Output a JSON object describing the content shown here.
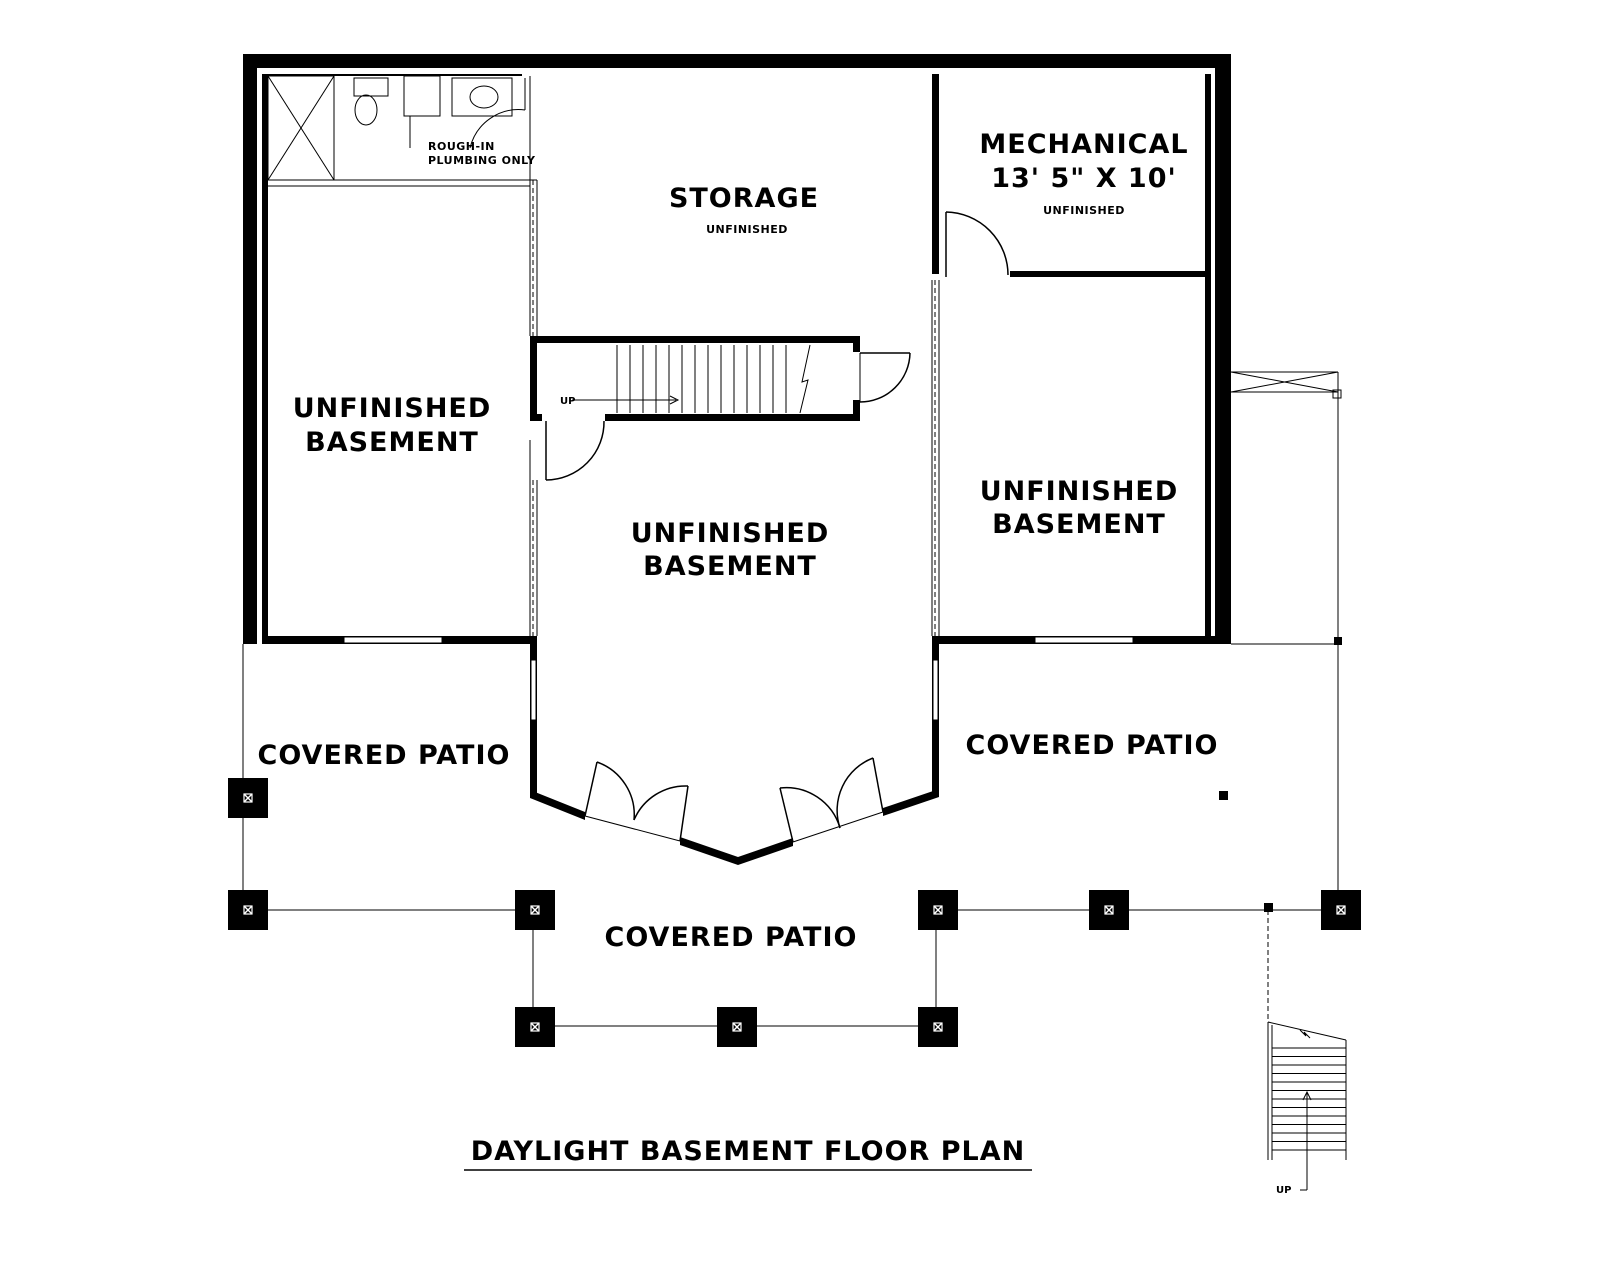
{
  "title": "DAYLIGHT BASEMENT FLOOR PLAN",
  "rooms": {
    "storage": {
      "name": "STORAGE",
      "note": "UNFINISHED"
    },
    "mechanical": {
      "name": "MECHANICAL",
      "dimensions": "13' 5\" X 10'",
      "note": "UNFINISHED"
    },
    "basement_left": {
      "line1": "UNFINISHED",
      "line2": "BASEMENT"
    },
    "basement_center": {
      "line1": "UNFINISHED",
      "line2": "BASEMENT"
    },
    "basement_right": {
      "line1": "UNFINISHED",
      "line2": "BASEMENT"
    },
    "bath": {
      "line1": "ROUGH-IN",
      "line2": "PLUMBING ONLY"
    }
  },
  "patios": {
    "left": "COVERED PATIO",
    "right": "COVERED PATIO",
    "front": "COVERED PATIO"
  },
  "stairs": {
    "interior_label": "UP",
    "exterior_label": "UP"
  }
}
